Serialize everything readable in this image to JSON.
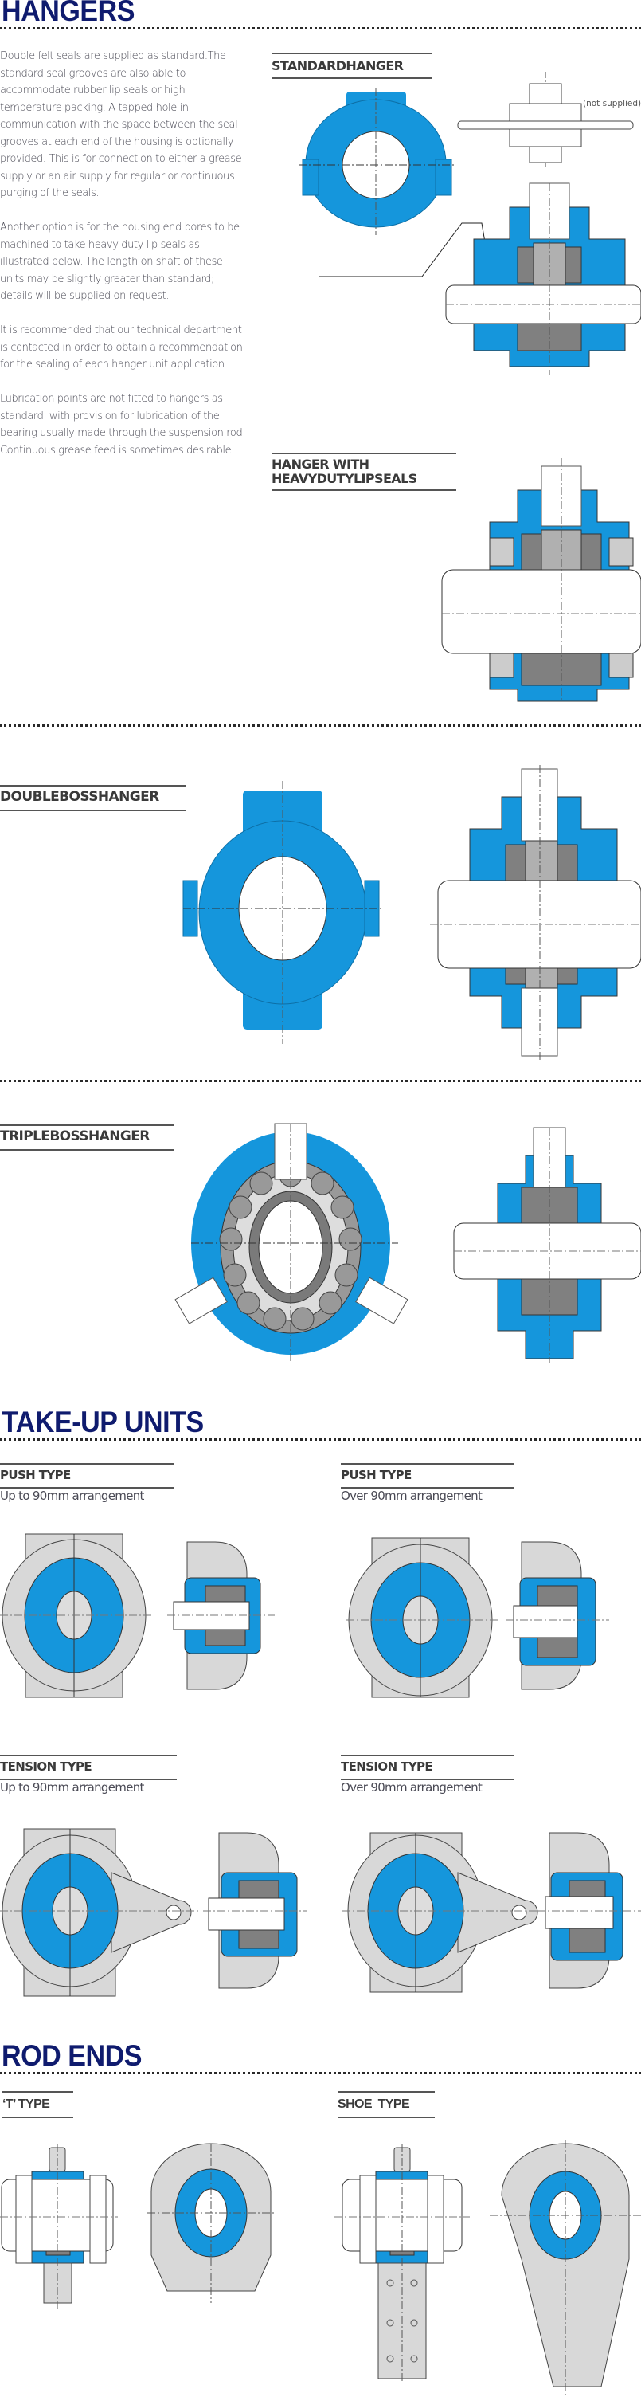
{
  "colors": {
    "heading": "#0f1b6e",
    "housing_blue": "#1596dc",
    "bearing_grey": "#7a7a7a",
    "body_grey": "#d8d8d8",
    "outline": "#333333"
  },
  "hangers": {
    "title": "HANGERS",
    "paragraphs": [
      "Double felt seals are supplied as standard.The standard seal grooves are also able to accommodate rubber lip seals or high temperature packing. A tapped hole in communication with the space between the seal grooves at each end of the housing is optionally provided. This is for connection to either a grease supply or an air supply for regular or continuous purging of the seals.",
      "Another option is for the housing end bores to be machined to take heavy duty lip seals as illustrated below. The length on shaft of these units may be slightly greater than standard; details will be supplied on request.",
      "It is recommended that our technical department is contacted in order to obtain a recommendation for the sealing of each hanger unit application.",
      "Lubrication points are not fitted to hangers as standard, with provision for lubrication of the bearing usually made through the suspension rod. Continuous grease feed is sometimes desirable."
    ],
    "standard_hanger": {
      "label": "STANDARDHANGER",
      "note": "(not supplied)",
      "figures": [
        "standard-hanger-end-view",
        "standard-hanger-section-view",
        "suspension-rod-nut-assembly"
      ]
    },
    "heavy_duty": {
      "label_line1": "HANGER WITH",
      "label_line2": "HEAVYDUTYLIPSEALS",
      "figures": [
        "heavy-duty-lip-seal-section-view"
      ]
    },
    "double_boss": {
      "label": "DOUBLEBOSSHANGER",
      "figures": [
        "double-boss-end-view",
        "double-boss-section-view"
      ]
    },
    "triple_boss": {
      "label": "TRIPLEBOSSHANGER",
      "figures": [
        "triple-boss-end-view",
        "triple-boss-section-view"
      ]
    }
  },
  "take_up_units": {
    "title": "TAKE-UP UNITS",
    "items": [
      {
        "label": "PUSH TYPE",
        "caption": "Up to 90mm arrangement"
      },
      {
        "label": "PUSH TYPE",
        "caption": "Over 90mm arrangement"
      },
      {
        "label": "TENSION TYPE",
        "caption": "Up to 90mm arrangement"
      },
      {
        "label": "TENSION TYPE",
        "caption": "Over 90mm arrangement"
      }
    ]
  },
  "rod_ends": {
    "title": "ROD ENDS",
    "items": [
      {
        "label": "‘T’ TYPE"
      },
      {
        "label": "SHOE  TYPE"
      }
    ]
  }
}
